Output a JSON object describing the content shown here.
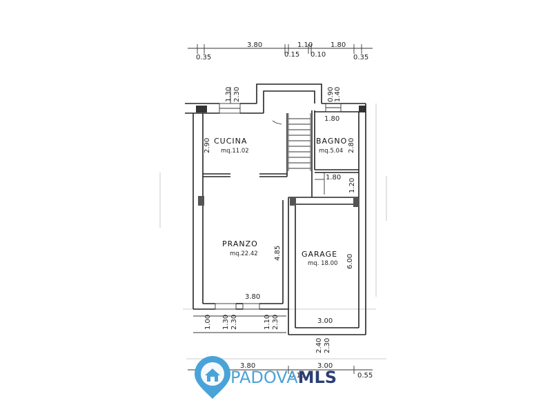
{
  "top_dimensions": {
    "main": [
      "3.80",
      "1.10",
      "1.80"
    ],
    "small": [
      "0.35",
      "0.15",
      "0.10",
      "0.35"
    ]
  },
  "window_dims": {
    "kitchen": [
      "1.30",
      "2.30"
    ],
    "bath": [
      "0.90",
      "1.40"
    ],
    "bottom_left": [
      "1.00",
      "1.30",
      "2.30",
      "1.10",
      "2.30"
    ],
    "garage_door": [
      "2.40",
      "2.30"
    ]
  },
  "rooms": {
    "cucina": {
      "name": "CUCINA",
      "area": "mq.11.02",
      "height": "2.90"
    },
    "bagno": {
      "name": "BAGNO",
      "area": "mq.5.04",
      "height": "2.80",
      "width": "1.80"
    },
    "pranzo": {
      "name": "PRANZO",
      "area": "mq.22.42",
      "height": "4.85",
      "width": "3.80"
    },
    "garage": {
      "name": "GARAGE",
      "area": "mq. 18.00",
      "height": "6.00",
      "width": "3.00"
    },
    "disimpegno": {
      "width": "1.80",
      "height": "1.20"
    }
  },
  "bottom_dimensions": {
    "main": [
      "3.80",
      "3.00"
    ],
    "small": [
      "0.15",
      "0.55"
    ]
  },
  "logo": {
    "part1": "PADOVA",
    "part2": "MLS",
    "colors": {
      "primary": "#4aa3d8",
      "dark": "#2b3f73"
    }
  }
}
